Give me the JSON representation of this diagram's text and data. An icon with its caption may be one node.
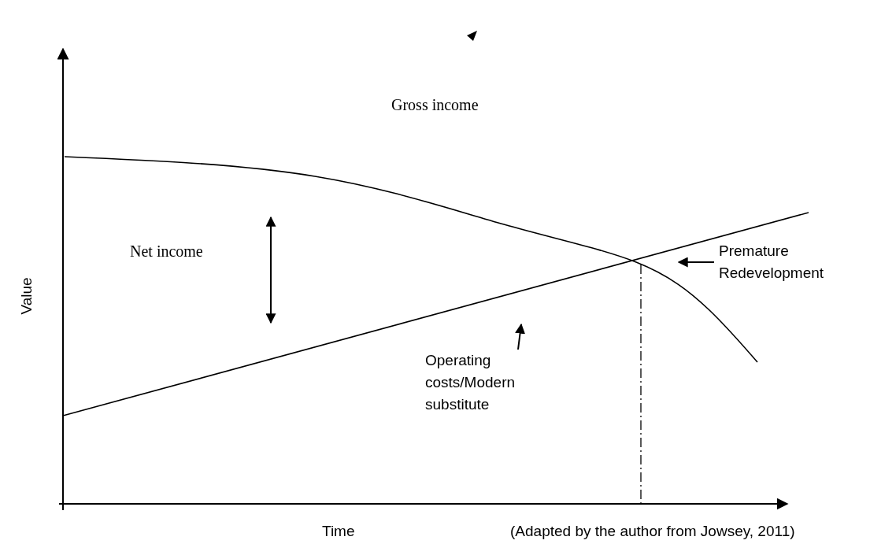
{
  "diagram": {
    "nodes": [
      {
        "text": [
          "Premature Redevelopment"
        ]
      },
      {
        "text": [
          "Operating costs/Modern substitute"
        ]
      }
    ],
    "edges": [
      {
        "from": 0,
        "to": null,
        "arrow": "to"
      },
      {
        "from": 1,
        "to": null,
        "arrow": "to"
      }
    ],
    "labels": [
      "Gross income",
      "Net income",
      "Value",
      "Time",
      "(Adapted by the author from Jowsey, 2011)"
    ]
  }
}
